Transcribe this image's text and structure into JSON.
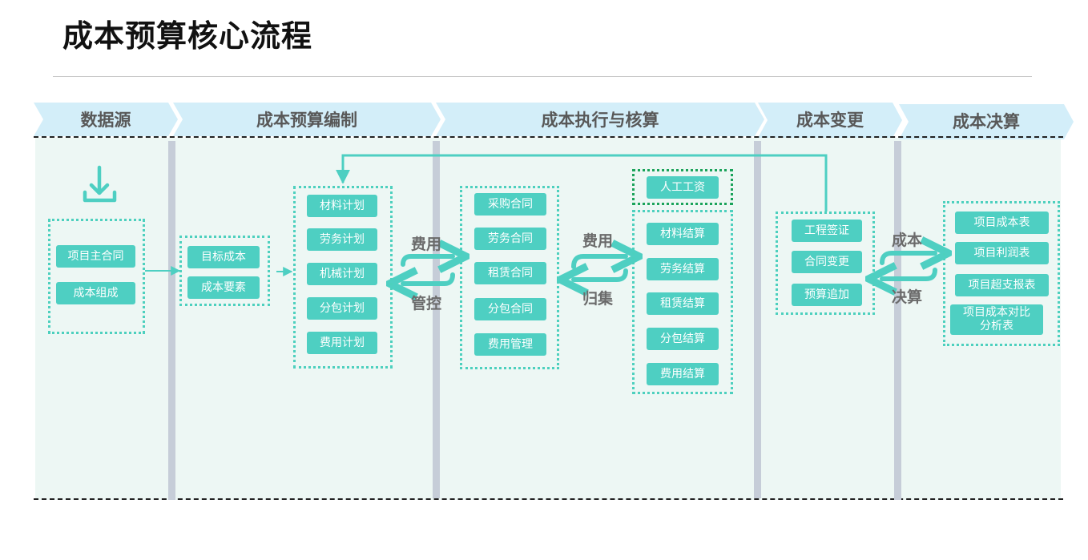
{
  "page": {
    "title": "成本预算核心流程"
  },
  "stages": [
    {
      "label": "数据源"
    },
    {
      "label": "成本预算编制"
    },
    {
      "label": "成本执行与核算"
    },
    {
      "label": "成本变更"
    },
    {
      "label": "成本决算"
    }
  ],
  "data_source": {
    "icon": "download-icon",
    "items": [
      "项目主合同",
      "成本组成"
    ]
  },
  "budget_targets": [
    "目标成本",
    "成本要素"
  ],
  "budget_plans": [
    "材料计划",
    "劳务计划",
    "机械计划",
    "分包计划",
    "费用计划"
  ],
  "flow_labels": {
    "budget_control_top": "费用",
    "budget_control_bottom": "管控",
    "exec_collect_top": "费用",
    "exec_collect_bottom": "归集",
    "change_settle_top": "成本",
    "change_settle_bottom": "决算"
  },
  "contracts": [
    "采购合同",
    "劳务合同",
    "租赁合同",
    "分包合同",
    "费用管理"
  ],
  "labor_wage": "人工工资",
  "settlements": [
    "材料结算",
    "劳务结算",
    "租赁结算",
    "分包结算",
    "费用结算"
  ],
  "changes": [
    "工程签证",
    "合同变更",
    "预算追加"
  ],
  "reports": [
    "项目成本表",
    "项目利润表",
    "项目超支报表",
    "项目成本对比分析表"
  ],
  "colors": {
    "accent": "#4ecfc2",
    "header_fill": "#d3eef9",
    "panel_bg": "#edf7f4",
    "divider": "#c6cdd8",
    "wage_border": "#1aa35a"
  }
}
